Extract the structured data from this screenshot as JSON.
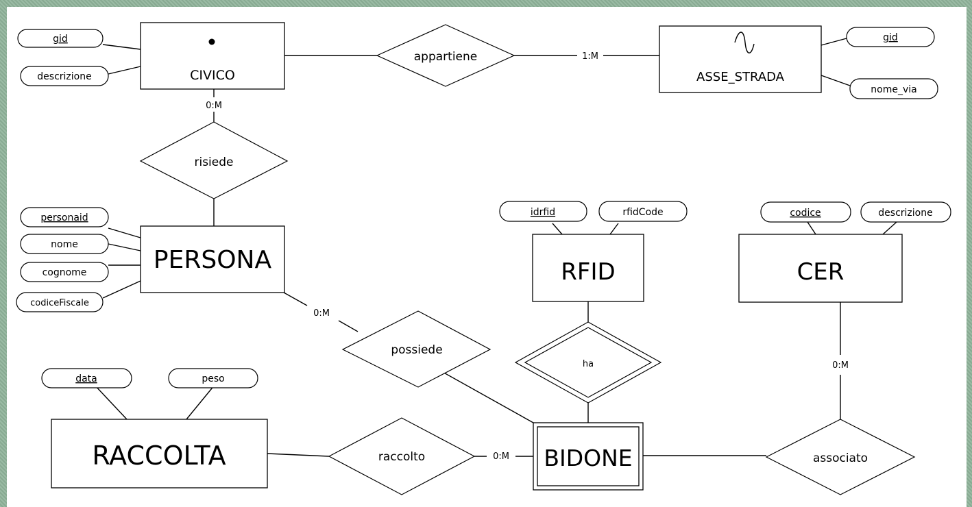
{
  "entities": {
    "civico": "CIVICO",
    "asse_strada": "ASSE_STRADA",
    "persona": "PERSONA",
    "rfid": "RFID",
    "cer": "CER",
    "raccolta": "RACCOLTA",
    "bidone": "BIDONE"
  },
  "relationships": {
    "appartiene": "appartiene",
    "risiede": "risiede",
    "possiede": "possiede",
    "ha": "ha",
    "raccolto": "raccolto",
    "associato": "associato"
  },
  "attributes": {
    "civico": [
      "gid",
      "descrizione"
    ],
    "asse_strada": [
      "gid",
      "nome_via"
    ],
    "persona": [
      "personaid",
      "nome",
      "cognome",
      "codiceFiscale"
    ],
    "rfid": [
      "idrfid",
      "rfidCode"
    ],
    "cer": [
      "codice",
      "descrizione"
    ],
    "raccolta": [
      "data",
      "peso"
    ]
  },
  "cardinalities": {
    "appartiene_asse": "1:M",
    "civico_risiede": "0:M",
    "persona_possiede": "0:M",
    "cer_associato": "0:M",
    "raccolto_bidone": "0:M"
  },
  "icons": {
    "civico": "point-geometry-icon",
    "asse_strada": "line-geometry-icon"
  }
}
